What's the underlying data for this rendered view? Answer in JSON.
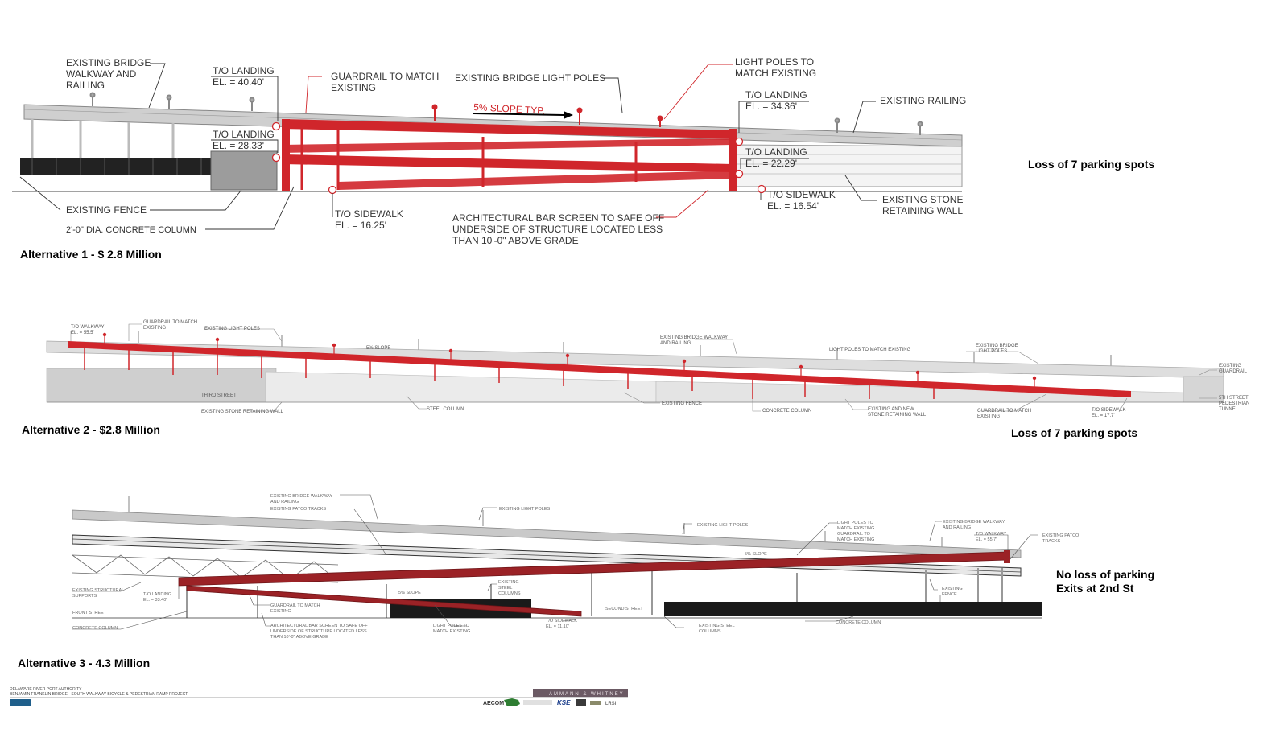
{
  "alt1": {
    "title": "Alternative 1 - $ 2.8 Million",
    "note": "Loss of 7 parking spots",
    "labels": {
      "bridge_walkway_1": "EXISTING BRIDGE",
      "bridge_walkway_2": "WALKWAY AND",
      "bridge_walkway_3": "RAILING",
      "landing_top_1": "T/O LANDING",
      "landing_top_2": "EL. = 40.40'",
      "landing_mid_1": "T/O LANDING",
      "landing_mid_2": "EL. = 28.33'",
      "guardrail_1": "GUARDRAIL TO MATCH",
      "guardrail_2": "EXISTING",
      "light_poles": "EXISTING BRIDGE LIGHT POLES",
      "slope": "5% SLOPE TYP.",
      "light_match_1": "LIGHT POLES TO",
      "light_match_2": "MATCH EXISTING",
      "landing_right_top_1": "T/O LANDING",
      "landing_right_top_2": "EL. = 34.36'",
      "railing": "EXISTING RAILING",
      "landing_right_mid_1": "T/O LANDING",
      "landing_right_mid_2": "EL. = 22.29'",
      "sidewalk_right_1": "T/O SIDEWALK",
      "sidewalk_right_2": "EL. = 16.54'",
      "stone_wall_1": "EXISTING STONE",
      "stone_wall_2": "RETAINING WALL",
      "fence": "EXISTING FENCE",
      "column": "2'-0\" DIA. CONCRETE COLUMN",
      "sidewalk_left_1": "T/O SIDEWALK",
      "sidewalk_left_2": "EL. = 16.25'",
      "bar_screen_1": "ARCHITECTURAL BAR SCREEN TO SAFE OFF",
      "bar_screen_2": "UNDERSIDE OF STRUCTURE LOCATED LESS",
      "bar_screen_3": "THAN 10'-0\" ABOVE GRADE"
    }
  },
  "alt2": {
    "title": "Alternative 2 - $2.8 Million",
    "note": "Loss of 7 parking spots",
    "labels": {
      "walkway_1": "T/O WALKWAY",
      "walkway_2": "EL. = 55.5'",
      "guardrail_1": "GUARDRAIL TO MATCH",
      "guardrail_2": "EXISTING",
      "light_poles": "EXISTING LIGHT POLES",
      "slope": "5% SLOPE",
      "bridge_walkway_1": "EXISTING BRIDGE WALKWAY",
      "bridge_walkway_2": "AND RAILING",
      "light_match": "LIGHT POLES TO MATCH EXISTING",
      "bridge_lights_1": "EXISTING BRIDGE",
      "bridge_lights_2": "LIGHT POLES",
      "guardrail_right_1": "EXISTING",
      "guardrail_right_2": "GUARDRAIL",
      "third_street": "THIRD STREET",
      "stone_wall": "EXISTING STONE RETAINING WALL",
      "steel_column": "STEEL COLUMN",
      "fence": "EXISTING FENCE",
      "concrete_column": "CONCRETE COLUMN",
      "new_wall_1": "EXISTING AND NEW",
      "new_wall_2": "STONE RETAINING WALL",
      "guardrail_low_1": "GUARDRAIL TO MATCH",
      "guardrail_low_2": "EXISTING",
      "sidewalk_1": "T/O SIDEWALK",
      "sidewalk_2": "EL. = 17.7'",
      "tunnel_1": "5TH STREET",
      "tunnel_2": "PEDESTRIAN",
      "tunnel_3": "TUNNEL"
    }
  },
  "alt3": {
    "title": "Alternative 3 - 4.3 Million",
    "note_1": "No loss of parking",
    "note_2": "Exits at 2nd St",
    "labels": {
      "bridge_walkway_1": "EXISTING BRIDGE WALKWAY",
      "bridge_walkway_2": "AND RAILING",
      "patco": "EXISTING PATCO TRACKS",
      "light_poles_a": "EXISTING LIGHT POLES",
      "light_poles_b": "EXISTING LIGHT POLES",
      "light_match_1": "LIGHT POLES TO",
      "light_match_2": "MATCH EXISTING",
      "light_match_3": "GUARDRAIL TO",
      "light_match_4": "MATCH EXISTING",
      "bridge_walkway_r1": "EXISTING BRIDGE WALKWAY",
      "bridge_walkway_r2": "AND RAILING",
      "walkway_1": "T/O WALKWAY",
      "walkway_2": "EL. = 55.7'",
      "patco_r1": "EXISTING PATCO",
      "patco_r2": "TRACKS",
      "slope_top": "5% SLOPE",
      "slope_low": "5% SLOPE",
      "structural_1": "EXISTING STRUCTURAL",
      "structural_2": "SUPPORTS",
      "landing_1": "T/O LANDING",
      "landing_2": "EL. = 33.40'",
      "front_street": "FRONT STREET",
      "concrete_column": "CONCRETE COLUMN",
      "guardrail_1": "GUARDRAIL TO MATCH",
      "guardrail_2": "EXISTING",
      "bar_1": "ARCHITECTURAL BAR SCREEN TO SAFE OFF",
      "bar_2": "UNDERSIDE OF STRUCTURE LOCATED LESS",
      "bar_3": "THAN 10'-0\" ABOVE GRADE",
      "steel_cols_1": "EXISTING",
      "steel_cols_2": "STEEL",
      "steel_cols_3": "COLUMNS",
      "light_low_1": "LIGHT POLES TO",
      "light_low_2": "MATCH EXISTING",
      "sidewalk_1": "T/O SIDEWALK",
      "sidewalk_2": "EL. = 11.10'",
      "second_street": "SECOND STREET",
      "steel_cols_r1": "EXISTING STEEL",
      "steel_cols_r2": "COLUMNS",
      "concrete_col_r": "CONCRETE COLUMN",
      "fence_1": "EXISTING",
      "fence_2": "FENCE"
    }
  },
  "footer": {
    "authority": "DELAWARE RIVER PORT AUTHORITY",
    "project": "BENJAMIN FRANKLIN BRIDGE - SOUTH WALKWAY BICYCLE & PEDESTRIAN RAMP PROJECT",
    "firm": "AMMANN & WHITNEY",
    "logo_aecom": "AECOM",
    "logo_kse": "KSE",
    "logo_lrsi": "LRSI"
  },
  "colors": {
    "ramp": "#d0262b",
    "bridge": "#c8c8c8",
    "dark": "#1a1a1a"
  }
}
